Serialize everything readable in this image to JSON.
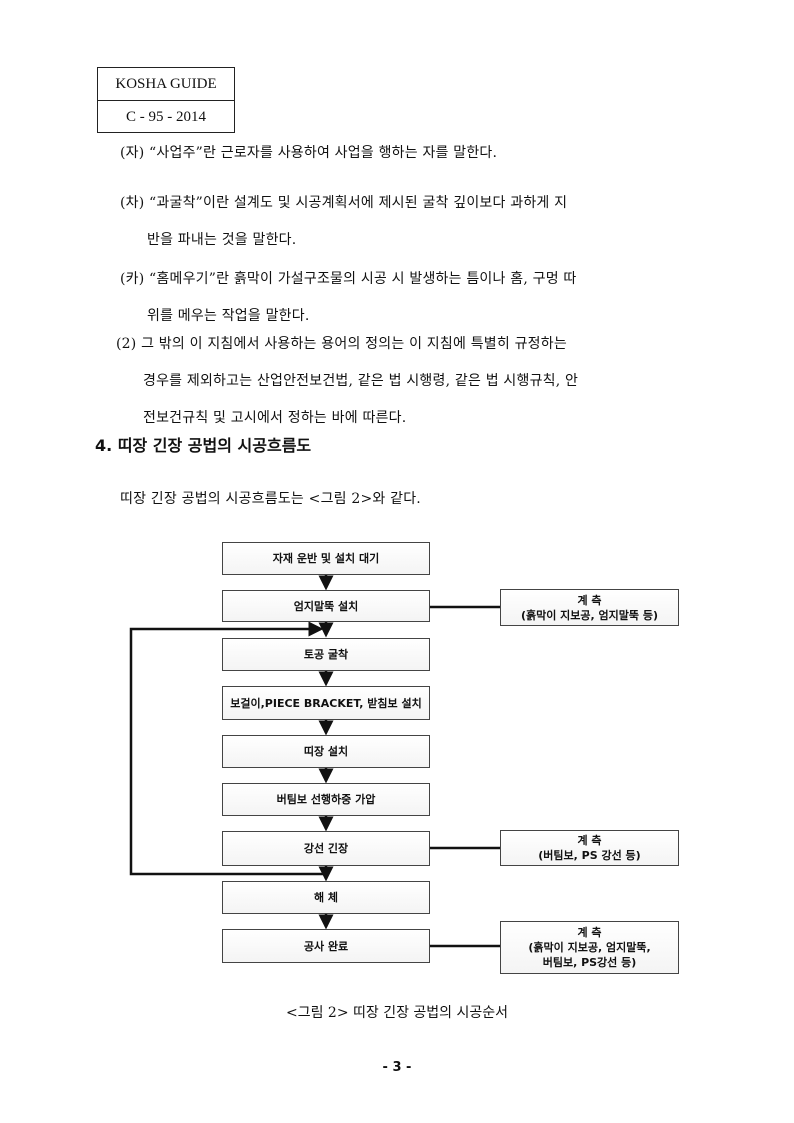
{
  "header": {
    "line1": "KOSHA GUIDE",
    "line2": "C - 95 - 2014"
  },
  "paragraphs": [
    {
      "lines": [
        "(자) “사업주”란 근로자를 사용하여 사업을 행하는 자를 말한다."
      ]
    },
    {
      "lines": [
        "(차) “과굴착”이란 설계도 및 시공계획서에 제시된 굴착 깊이보다 과하게 지",
        "반을 파내는 것을 말한다."
      ]
    },
    {
      "lines": [
        "(카) “홈메우기”란 흙막이 가설구조물의 시공 시 발생하는 틈이나 홈, 구멍 따",
        "위를 메우는 작업을 말한다."
      ]
    },
    {
      "lines": [
        "(2) 그 밖의 이 지침에서 사용하는 용어의 정의는 이 지침에 특별히 규정하는",
        "경우를 제외하고는 산업안전보건법, 같은 법 시행령, 같은 법 시행규칙, 안",
        "전보건규칙 및 고시에서 정하는 바에 따른다."
      ]
    }
  ],
  "section": {
    "title": "4. 띠장 긴장 공법의 시공흐름도",
    "intro": "띠장 긴장 공법의 시공흐름도는 <그림 2>와 같다."
  },
  "flowchart": {
    "steps": [
      "자재 운반 및 설치 대기",
      "엄지말뚝 설치",
      "토공 굴착",
      "보걸이,PIECE BRACKET, 받침보 설치",
      "띠장 설치",
      "버팀보 선행하중 가압",
      "강선 긴장",
      "해 체",
      "공사 완료"
    ],
    "notes": [
      {
        "lines": [
          "계  측",
          "(흙막이 지보공, 엄지말뚝 등)"
        ]
      },
      {
        "lines": [
          "계  측",
          "(버팀보, PS 강선 등)"
        ]
      },
      {
        "lines": [
          "계  측",
          "(흙막이 지보공, 엄지말뚝,",
          "버팀보, PS강선 등)"
        ]
      }
    ]
  },
  "caption": "<그림 2> 띠장 긴장 공법의 시공순서",
  "page_number": "- 3 -"
}
